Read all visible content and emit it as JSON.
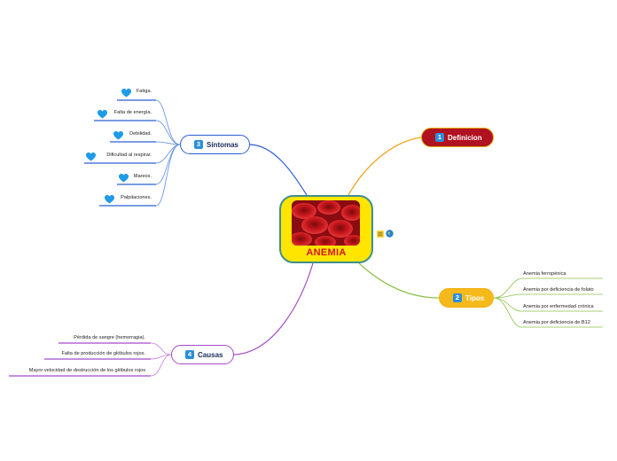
{
  "central": {
    "title": "ANEMIA"
  },
  "icons": {
    "note": "note-icon",
    "link": "globe-icon",
    "leaf_marker": "heart-icon"
  },
  "colors": {
    "definicion": "#b01221",
    "tipos": "#f6b91a",
    "sintomas": "#2c5fd4",
    "causas": "#a44bc9",
    "tipos_branch": "#8bc34a",
    "center_fill": "#ffe500",
    "center_title": "#d6161f"
  },
  "topics": {
    "definicion": {
      "number": "1",
      "label": "Definicion"
    },
    "tipos": {
      "number": "2",
      "label": "Tipos"
    },
    "sintomas": {
      "number": "3",
      "label": "Síntomas"
    },
    "causas": {
      "number": "4",
      "label": "Causas"
    }
  },
  "tipos_items": [
    "Anemia ferropénica",
    "Anemia por deficiencia de folato",
    "Anemia por enfermedad crónica",
    "Anemia por deficiencia de B12"
  ],
  "sintomas_items": [
    "Fatiga.",
    "Falta de energía.",
    "Debilidad.",
    "Dificultad al respirar.",
    "Mareos.",
    "Palpitaciones."
  ],
  "causas_items": [
    "Pérdida de sangre (hemorragia).",
    "Falta de producción de glóbulos rojos.",
    "Mayor velocidad de destrucción de los glóbulos rojos"
  ]
}
